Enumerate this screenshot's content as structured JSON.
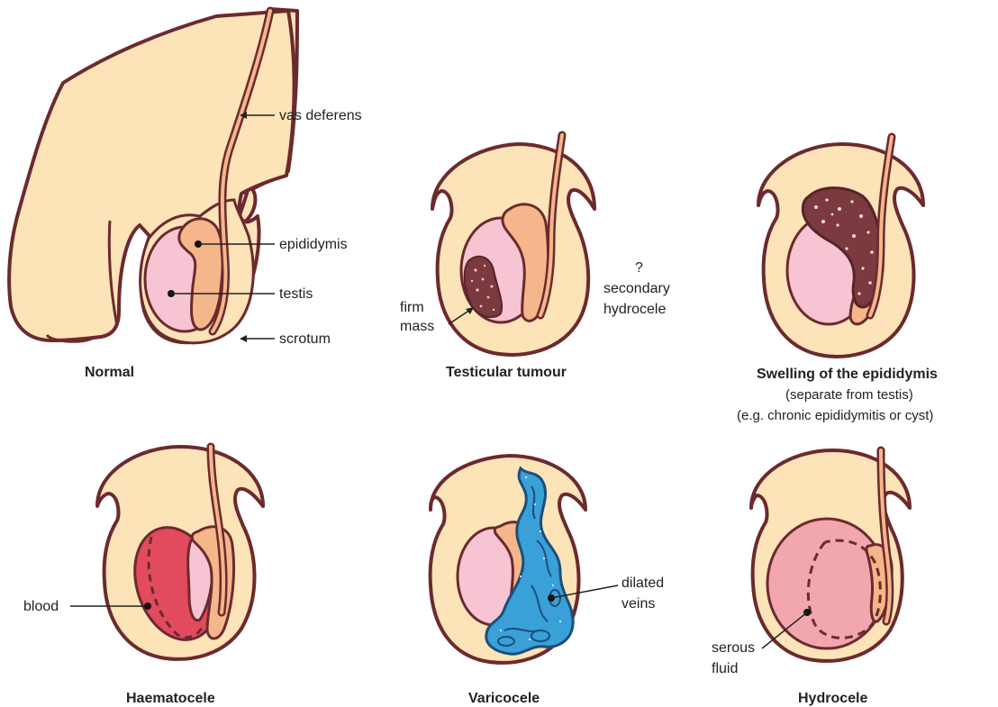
{
  "colors": {
    "skin": "#fde3b8",
    "outline": "#6b2a2e",
    "testis": "#f6c4d2",
    "epididymis": "#f4b68a",
    "blood": "#e24a5e",
    "veins": "#3aa0d8",
    "serous_fluid": "#f2a6ae",
    "tumour": "#7a3a3f"
  },
  "panels": {
    "normal": {
      "title": "Normal",
      "labels": {
        "vas": "vas deferens",
        "epididymis": "epididymis",
        "testis": "testis",
        "scrotum": "scrotum"
      }
    },
    "tumour": {
      "title": "Testicular tumour",
      "labels": {
        "firm": "firm",
        "mass": "mass",
        "q": "?",
        "secondary": "secondary",
        "hydrocele": "hydrocele"
      }
    },
    "swelling": {
      "title": "Swelling of the epididymis",
      "subtitle1": "(separate from testis)",
      "subtitle2": "(e.g. chronic epididymitis or cyst)"
    },
    "haematocele": {
      "title": "Haematocele",
      "labels": {
        "blood": "blood"
      }
    },
    "varicocele": {
      "title": "Varicocele",
      "labels": {
        "dilated": "dilated",
        "veins": "veins"
      }
    },
    "hydrocele": {
      "title": "Hydrocele",
      "labels": {
        "serous": "serous",
        "fluid": "fluid"
      }
    }
  }
}
